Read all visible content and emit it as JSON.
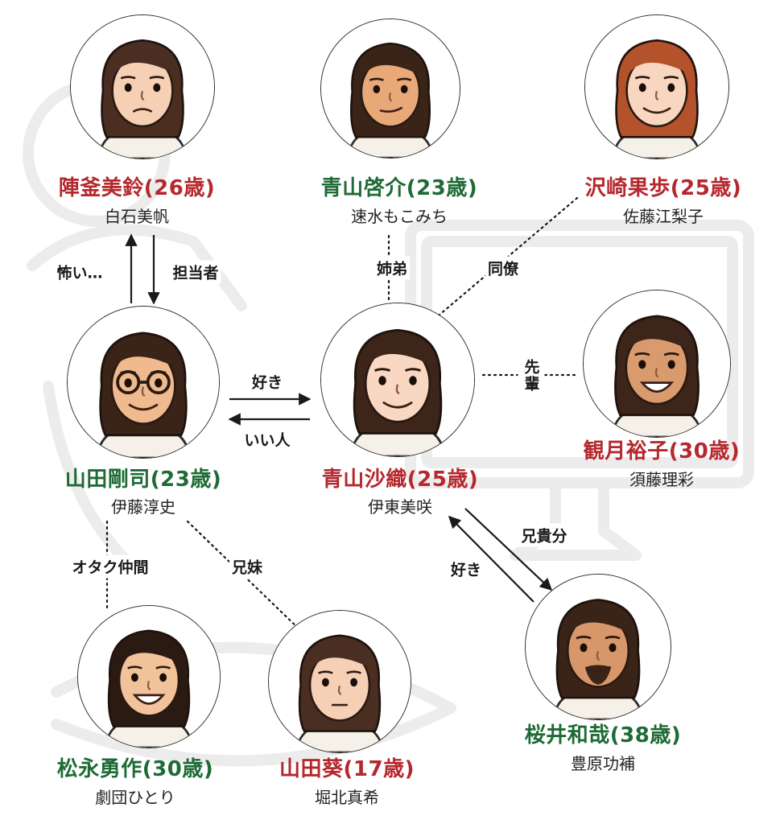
{
  "characters": [
    {
      "id": "chinkama",
      "role": "陣釜美鈴(26歳)",
      "actor": "白石美帆",
      "role_color": "red",
      "hair": "#4a2e22",
      "skin": "#f6d0b4",
      "expression": "stern"
    },
    {
      "id": "keisuke",
      "role": "青山啓介(23歳)",
      "actor": "速水もこみち",
      "role_color": "green",
      "hair": "#3a2418",
      "skin": "#e9a878",
      "expression": "smirk"
    },
    {
      "id": "kaho",
      "role": "沢崎果歩(25歳)",
      "actor": "佐藤江梨子",
      "role_color": "red",
      "hair": "#b4532b",
      "skin": "#f8d6bf",
      "expression": "smile"
    },
    {
      "id": "takeshi",
      "role": "山田剛司(23歳)",
      "actor": "伊藤淳史",
      "role_color": "green",
      "hair": "#3a2418",
      "skin": "#f0b98e",
      "expression": "smile",
      "glasses": true
    },
    {
      "id": "saori",
      "role": "青山沙織(25歳)",
      "actor": "伊東美咲",
      "role_color": "red",
      "hair": "#3d2519",
      "skin": "#f8d8c2",
      "expression": "smile"
    },
    {
      "id": "yuko",
      "role": "観月裕子(30歳)",
      "actor": "須藤理彩",
      "role_color": "red",
      "hair": "#3d2519",
      "skin": "#d99a6e",
      "expression": "grin"
    },
    {
      "id": "yusaku",
      "role": "松永勇作(30歳)",
      "actor": "劇団ひとり",
      "role_color": "green",
      "hair": "#2a1a12",
      "skin": "#f2c29b",
      "expression": "grin"
    },
    {
      "id": "aoi",
      "role": "山田葵(17歳)",
      "actor": "堀北真希",
      "role_color": "red",
      "hair": "#4a2e22",
      "skin": "#f6d0b4",
      "expression": "neutral"
    },
    {
      "id": "kazuya",
      "role": "桜井和哉(38歳)",
      "actor": "豊原功補",
      "role_color": "green",
      "hair": "#3a2418",
      "skin": "#d8976a",
      "expression": "smirk",
      "beard": true
    }
  ],
  "relations": [
    {
      "from": "takeshi",
      "to": "chinkama",
      "label": "怖い…",
      "style": "arrow"
    },
    {
      "from": "chinkama",
      "to": "takeshi",
      "label": "担当者",
      "style": "arrow"
    },
    {
      "from": "keisuke",
      "to": "saori",
      "label": "姉弟",
      "style": "dotted"
    },
    {
      "from": "kaho",
      "to": "saori",
      "label": "同僚",
      "style": "dotted"
    },
    {
      "from": "yuko",
      "to": "saori",
      "label": "先輩",
      "style": "dotted"
    },
    {
      "from": "takeshi",
      "to": "saori",
      "label": "好き",
      "style": "arrow"
    },
    {
      "from": "saori",
      "to": "takeshi",
      "label": "いい人",
      "style": "arrow"
    },
    {
      "from": "takeshi",
      "to": "yusaku",
      "label": "オタク仲間",
      "style": "dotted"
    },
    {
      "from": "takeshi",
      "to": "aoi",
      "label": "兄妹",
      "style": "dotted"
    },
    {
      "from": "saori",
      "to": "kazuya",
      "label": "兄貴分",
      "style": "arrow"
    },
    {
      "from": "kazuya",
      "to": "saori",
      "label": "好き",
      "style": "arrow"
    }
  ],
  "colors": {
    "role_red": "#b5282d",
    "role_green": "#1e6b35",
    "line": "#1a1a1a"
  }
}
